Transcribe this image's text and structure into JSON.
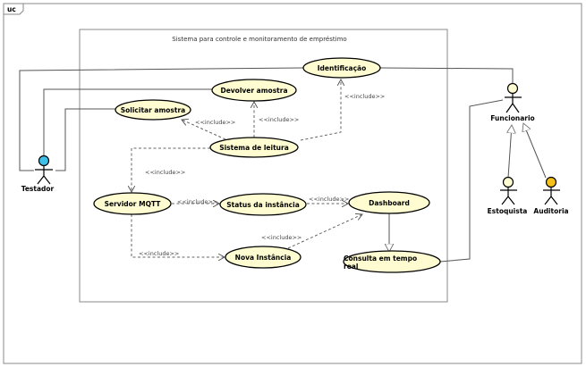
{
  "frame_label": "uc",
  "system": {
    "title": "Sistema para controle e monitoramento de empréstimo"
  },
  "use_cases": {
    "identificacao": "Identificação",
    "devolver": "Devolver amostra",
    "solicitar": "Solicitar amostra",
    "sistema_leitura": "Sistema de leitura",
    "servidor_mqtt": "Servidor MQTT",
    "status": "Status da instância",
    "dashboard": "Dashboard",
    "nova": "Nova Instância",
    "consulta_l1": "Consulta em tempo",
    "consulta_l2": "real"
  },
  "actors": {
    "testador": {
      "label": "Testador",
      "color": "#3cc0e8"
    },
    "funcionario": {
      "label": "Funcionario",
      "color": "#fefcd0"
    },
    "estoquista": {
      "label": "Estoquista",
      "color": "#fefcd0"
    },
    "auditoria": {
      "label": "Auditoria",
      "color": "#f5c018"
    }
  },
  "include_label": "<<include>>"
}
